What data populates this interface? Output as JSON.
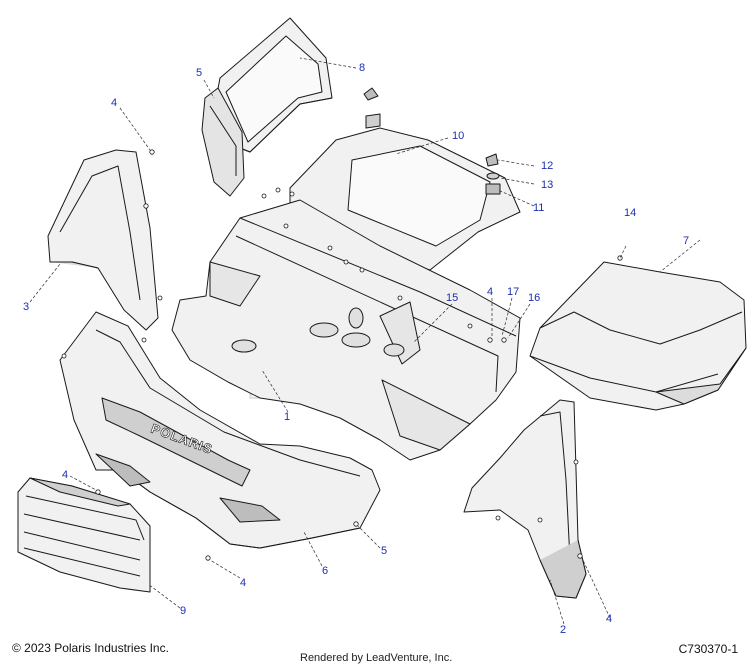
{
  "diagram": {
    "callouts": [
      {
        "id": "c1",
        "label": "1"
      },
      {
        "id": "c2",
        "label": "2"
      },
      {
        "id": "c3",
        "label": "3"
      },
      {
        "id": "c4a",
        "label": "4"
      },
      {
        "id": "c4b",
        "label": "4"
      },
      {
        "id": "c4c",
        "label": "4"
      },
      {
        "id": "c4d",
        "label": "4"
      },
      {
        "id": "c4e",
        "label": "4"
      },
      {
        "id": "c5a",
        "label": "5"
      },
      {
        "id": "c5b",
        "label": "5"
      },
      {
        "id": "c6",
        "label": "6"
      },
      {
        "id": "c7",
        "label": "7"
      },
      {
        "id": "c8",
        "label": "8"
      },
      {
        "id": "c9",
        "label": "9"
      },
      {
        "id": "c10",
        "label": "10"
      },
      {
        "id": "c11",
        "label": "11"
      },
      {
        "id": "c12",
        "label": "12"
      },
      {
        "id": "c13",
        "label": "13"
      },
      {
        "id": "c14",
        "label": "14"
      },
      {
        "id": "c15",
        "label": "15"
      },
      {
        "id": "c16",
        "label": "16"
      },
      {
        "id": "c17",
        "label": "17"
      }
    ],
    "bumper_lettering": "POLARIS",
    "watermark": "LEADVENTURE"
  },
  "footer": {
    "copyright": "© 2023 Polaris Industries Inc.",
    "rendered_by": "Rendered by LeadVenture, Inc.",
    "drawing_number": "C730370-1"
  },
  "colors": {
    "callout": "#1c2fb0",
    "outline": "#1a1a1a",
    "panel_fill": "#f1f1f1",
    "shade_fill": "#dcdcdc",
    "dark_fill": "#9a9a9a"
  }
}
